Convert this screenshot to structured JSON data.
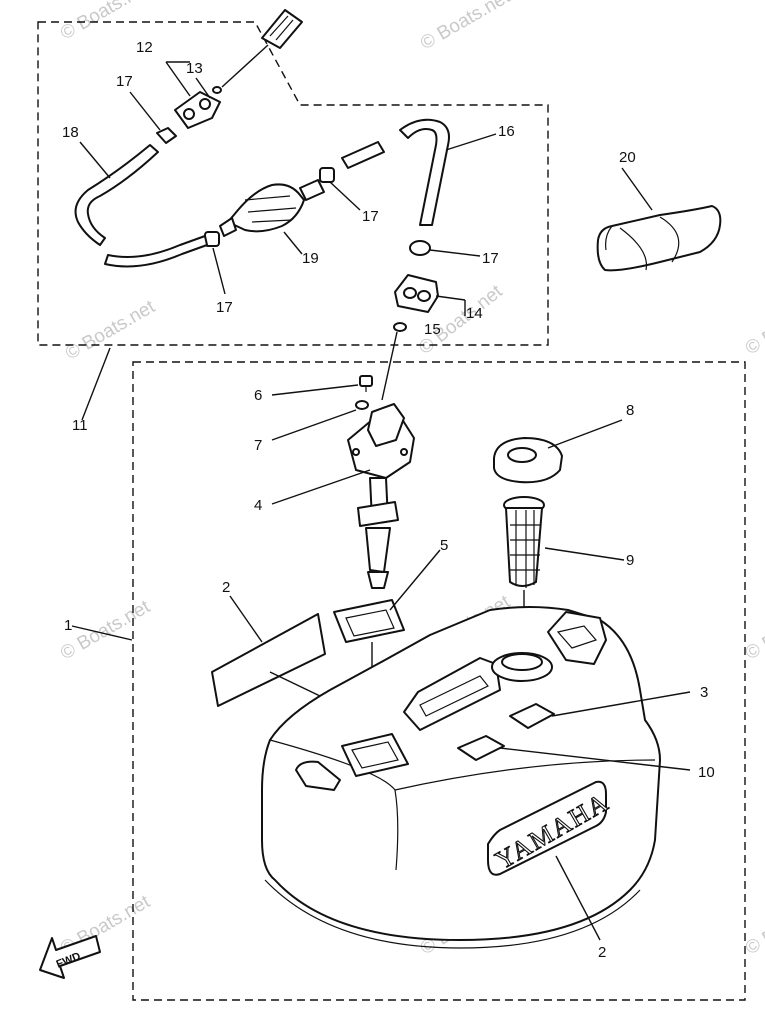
{
  "watermark": "© Boats.net",
  "brand_text": "YAMAHA",
  "fwd_text": "FWD",
  "callouts": {
    "c1": "1",
    "c2a": "2",
    "c2b": "2",
    "c3": "3",
    "c4": "4",
    "c5": "5",
    "c6": "6",
    "c7": "7",
    "c8": "8",
    "c9": "9",
    "c10": "10",
    "c11": "11",
    "c12": "12",
    "c13": "13",
    "c14": "14",
    "c15": "15",
    "c16": "16",
    "c17a": "17",
    "c17b": "17",
    "c17c": "17",
    "c17d": "17",
    "c18": "18",
    "c19": "19",
    "c20": "20"
  }
}
